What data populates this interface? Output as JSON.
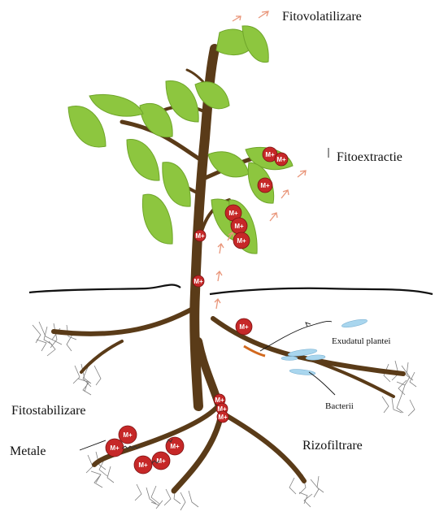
{
  "labels": {
    "fitovolatilizare": "Fitovolatilizare",
    "fitoextractie": "Fitoextractie",
    "exudatul": "Exudatul plantei",
    "fitostabilizare": "Fitostabilizare",
    "metale": "Metale",
    "bacterii": "Bacterii",
    "rizofiltrare": "Rizofiltrare"
  },
  "metal_symbol": "M+",
  "colors": {
    "stem": "#5a3b18",
    "leaf": "#8dc63f",
    "leaf_dark": "#6fa52a",
    "metal": "#c62828",
    "arrow": "#e9967a",
    "bacteria": "#a9d6ee",
    "root_hair": "#777777",
    "soil_line": "#111111"
  }
}
